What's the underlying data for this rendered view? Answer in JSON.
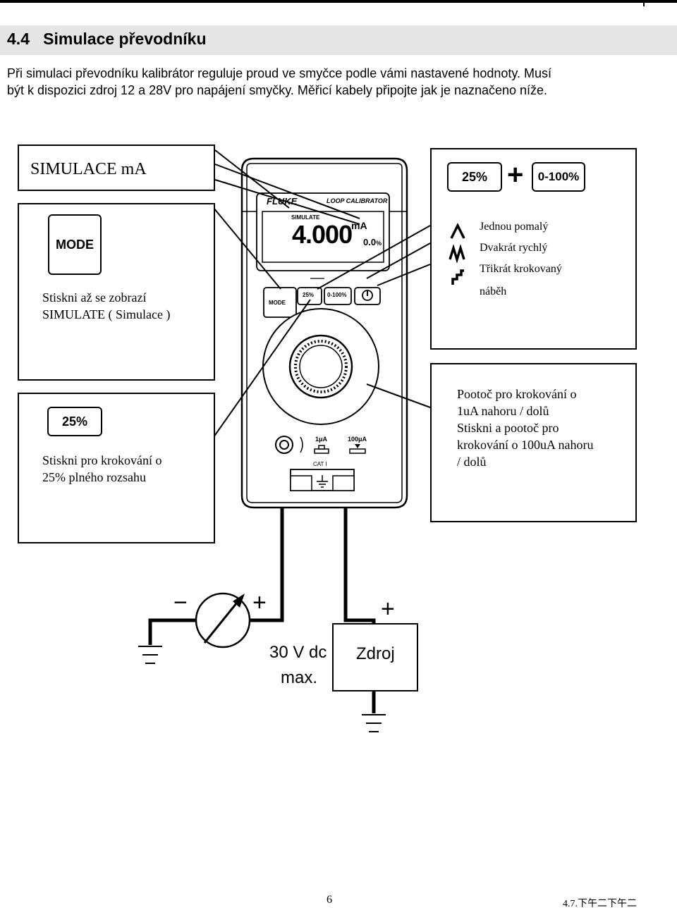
{
  "section": {
    "number": "4.4",
    "title": "Simulace převodníku"
  },
  "intro": {
    "line1": "Při simulaci převodníku kalibrátor reguluje proud ve smyčce podle vámi nastavené hodnoty. Musí",
    "line2": "být k dispozici zdroj 12 a 28V pro napájení smyčky. Měřicí kabely připojte jak je naznačeno níže."
  },
  "panel_title": "SIMULACE mA",
  "mode_panel": {
    "key": "MODE",
    "note_line1": "Stiskni až se zobrazí",
    "note_line2": "SIMULATE ( Simulace )"
  },
  "step_panel": {
    "key": "25%",
    "note_line1": "Stiskni pro krokování o",
    "note_line2": "25% plného rozsahu"
  },
  "ramp_panel": {
    "key_a": "25%",
    "plus": "+",
    "key_b": "0-100%",
    "waves": [
      {
        "icon": "single-ramp-icon",
        "label": "Jednou pomalý"
      },
      {
        "icon": "double-ramp-icon",
        "label": "Dvakrát rychlý"
      },
      {
        "icon": "step-ramp-icon",
        "label": "Třikrát krokovaný"
      }
    ],
    "last_line": "náběh"
  },
  "knob_panel": {
    "line1": "Pootoč pro krokování o",
    "line2": "1uA nahoru / dolů",
    "line3": "Stiskni a pootoč pro",
    "line4": "krokování o 100uA nahoru",
    "line5": "/ dolů"
  },
  "device": {
    "brand": "FLUKE",
    "model": "LOOP CALIBRATOR",
    "mode_indicator": "SIMULATE",
    "reading": "4.000",
    "unit": "mA",
    "percent_reading": "0.0",
    "percent_sign": "%",
    "buttons": [
      "MODE",
      "25%",
      "0-100%"
    ],
    "knob_label_1": "1μA",
    "knob_label_2": "100μA",
    "cat": "CAT I"
  },
  "circuit": {
    "minus": "−",
    "plus_meter": "+",
    "plus_source": "+",
    "max_line1": "30 V dc",
    "max_line2": "max.",
    "source": "Zdroj"
  },
  "footer": {
    "page": "6",
    "date": "4.7.下午二下午二"
  }
}
